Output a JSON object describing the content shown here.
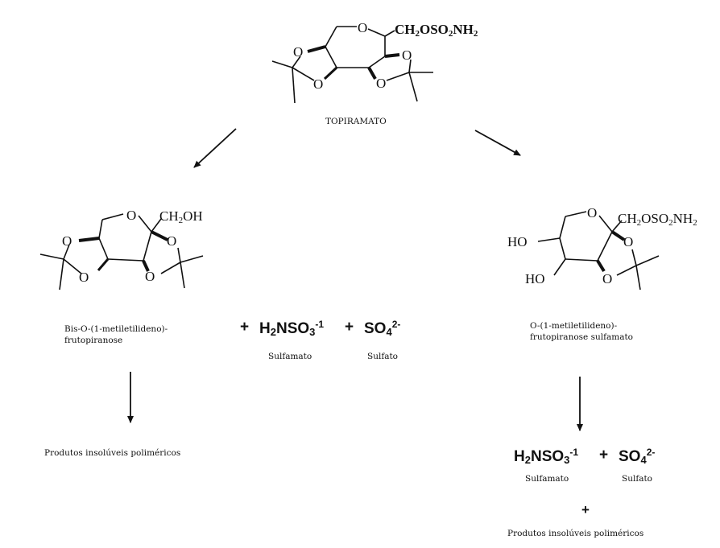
{
  "topiramato": {
    "name": "TOPIRAMATO",
    "substituent_main": "CH",
    "sub_2a": "2",
    "substituent_mid": "OSO",
    "sub_2b": "2",
    "substituent_end": "NH",
    "sub_2c": "2",
    "ring_o": "O"
  },
  "left_product": {
    "name_line1": "Bis-O-(1-metiletilideno)-",
    "name_line2": "frutopiranose",
    "substituent_main": "CH",
    "sub_2": "2",
    "substituent_end": "OH",
    "ring_o": "O"
  },
  "right_product": {
    "name_line1": "O-(1-metiletilideno)-",
    "name_line2": "frutopiranose sulfamato",
    "substituent_main": "CH",
    "sub_2a": "2",
    "substituent_mid": "OSO",
    "sub_2b": "2",
    "substituent_end": "NH",
    "sub_2c": "2",
    "ho": "HO",
    "ring_o": "O"
  },
  "center_ions": {
    "plus1": "+",
    "plus2": "+",
    "sulfamate_main": "H",
    "sulfamate_sub1": "2",
    "sulfamate_mid": "NSO",
    "sulfamate_sub2": "3",
    "sulfamate_charge": "-1",
    "sulfate_main": "SO",
    "sulfate_sub": "4",
    "sulfate_charge": "2-",
    "sulfamato_label": "Sulfamato",
    "sulfato_label": "Sulfato"
  },
  "bottom_left": {
    "products": "Produtos insolúveis poliméricos"
  },
  "bottom_right": {
    "sulfamate_main": "H",
    "sulfamate_sub1": "2",
    "sulfamate_mid": "NSO",
    "sulfamate_sub2": "3",
    "sulfamate_charge": "-1",
    "plus1": "+",
    "sulfate_main": "SO",
    "sulfate_sub": "4",
    "sulfate_charge": "2-",
    "sulfamato_label": "Sulfamato",
    "sulfato_label": "Sulfato",
    "plus2": "+",
    "products": "Produtos insolúveis poliméricos"
  }
}
